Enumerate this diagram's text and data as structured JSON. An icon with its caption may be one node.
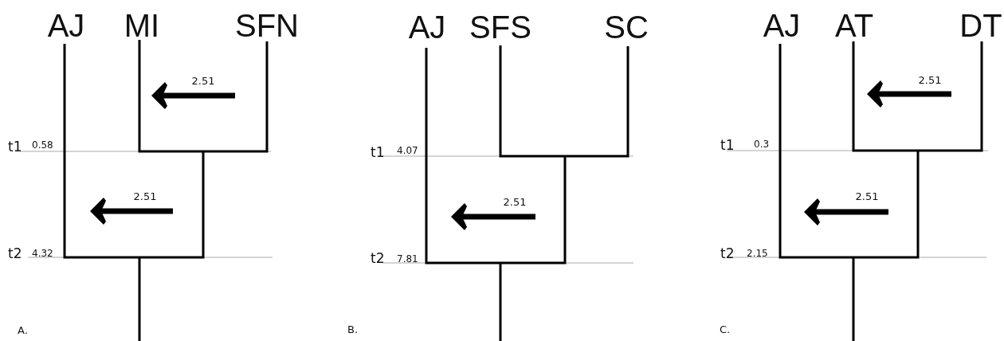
{
  "diagram": {
    "labels": [
      "AJ",
      "MI",
      "SFN",
      "2.51",
      "t1",
      "0.58",
      "2.51",
      "t2",
      "4.32",
      "A.",
      "AJ",
      "SFS",
      "SC",
      "t1",
      "4.07",
      "2.51",
      "t2",
      "7.81",
      "B.",
      "AJ",
      "AT",
      "DT",
      "2.51",
      "t1",
      "0.3",
      "2.51",
      "t2",
      "2.15",
      "C."
    ]
  }
}
